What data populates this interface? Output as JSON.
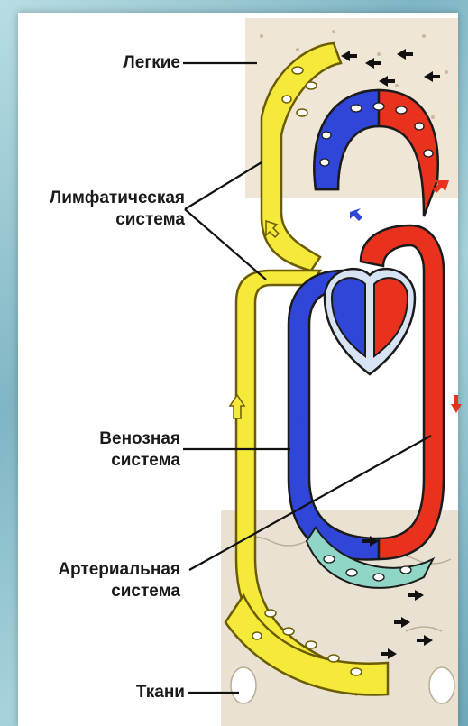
{
  "labels": {
    "lungs": "Легкие",
    "lymphatic_line1": "Лимфатическая",
    "lymphatic_line2": "система",
    "venous_line1": "Венозная",
    "venous_line2": "система",
    "arterial_line1": "Артериальная",
    "arterial_line2": "система",
    "tissues": "Ткани"
  },
  "colors": {
    "lymph": "#f5e93a",
    "venous": "#2f46d8",
    "arterial": "#e8321e",
    "background": "#8fc3cf"
  }
}
